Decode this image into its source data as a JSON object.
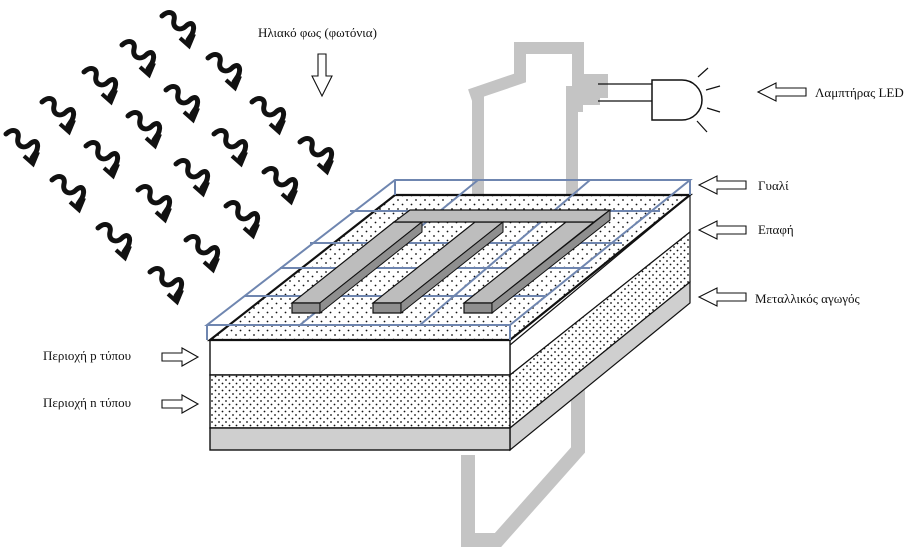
{
  "labels": {
    "sunlight": "Ηλιακό φως (φωτόνια)",
    "led_lamp": "Λαμπτήρας LED",
    "glass": "Γυαλί",
    "contact": "Επαφή",
    "metal_conductor": "Μεταλλικός αγωγός",
    "p_region": "Περιοχή p τύπου",
    "n_region": "Περιοχή n τύπου"
  },
  "colors": {
    "glass_outline": "#6f86b0",
    "wire": "#c4c4c4",
    "contact_top": "#bdbdbd",
    "contact_side": "#8f8f8f",
    "base_layer": "#cfcfcf",
    "ink": "#111111"
  },
  "icons": {
    "photon": "photon-squiggle-arrow-icon",
    "pointer": "hollow-arrow-icon",
    "led": "led-lamp-icon"
  }
}
